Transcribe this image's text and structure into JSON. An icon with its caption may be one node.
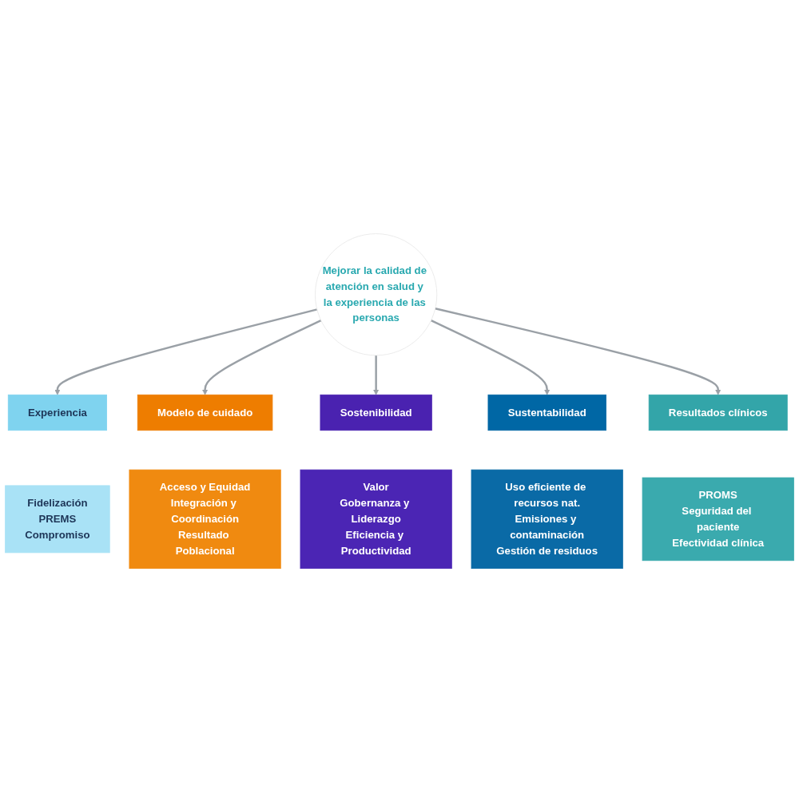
{
  "diagram": {
    "nodes": [
      {
        "text": [
          "Mejorar la calidad de atención en salud y la experiencia de las personas"
        ]
      },
      {
        "text": [
          "Experiencia"
        ]
      },
      {
        "text": [
          "Fidelización",
          "PREMS",
          "Compromiso"
        ]
      },
      {
        "text": [
          "Modelo de cuidado"
        ]
      },
      {
        "text": [
          "Acceso y Equidad",
          "Integración y Coordinación",
          "Resultado Poblacional"
        ]
      },
      {
        "text": [
          "Sostenibilidad"
        ]
      },
      {
        "text": [
          "Valor",
          "Gobernanza y Liderazgo",
          "Eficiencia y Productividad"
        ]
      },
      {
        "text": [
          "Sustentabilidad"
        ]
      },
      {
        "text": [
          "Uso eficiente de recursos nat.",
          "Emisiones y contaminación",
          "Gestión de residuos"
        ]
      },
      {
        "text": [
          "Resultados clínicos"
        ]
      },
      {
        "text": [
          "PROMS",
          "Seguridad del paciente",
          "Efectividad clínica"
        ]
      }
    ],
    "edges": [
      {
        "from": 0,
        "to": 1,
        "arrow": "to"
      },
      {
        "from": 0,
        "to": 3,
        "arrow": "to"
      },
      {
        "from": 0,
        "to": 5,
        "arrow": "to"
      },
      {
        "from": 0,
        "to": 7,
        "arrow": "to"
      },
      {
        "from": 0,
        "to": 9,
        "arrow": "to"
      }
    ]
  }
}
